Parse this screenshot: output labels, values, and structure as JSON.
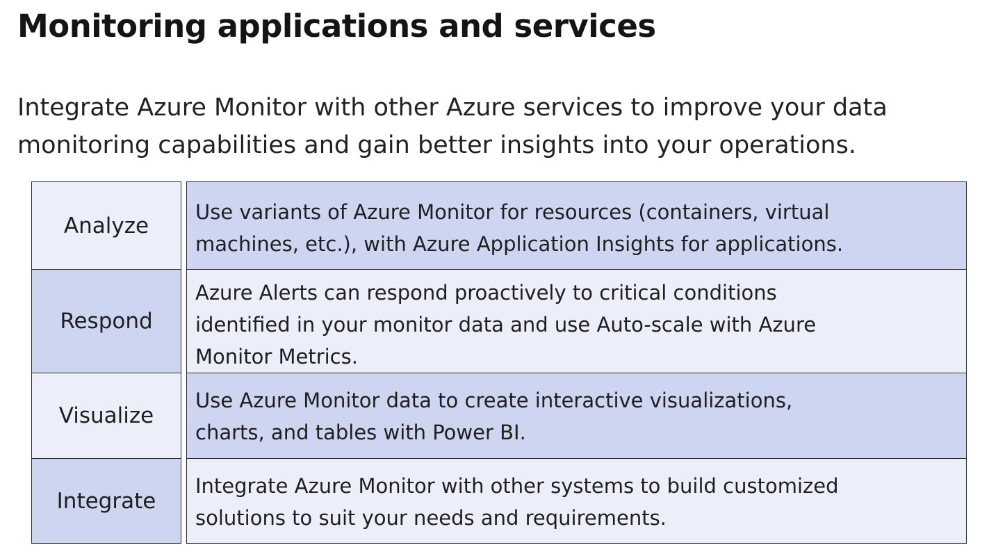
{
  "slide": {
    "title": "Monitoring applications and services",
    "intro_lines": [
      "Integrate Azure Monitor with other Azure services to improve your data",
      "monitoring capabilities and gain better insights into your operations."
    ]
  },
  "rows": [
    {
      "label": "Analyze",
      "lines": [
        "Use variants of Azure Monitor for resources (containers, virtual",
        "machines, etc.), with Azure Application Insights for applications."
      ]
    },
    {
      "label": "Respond",
      "lines": [
        "Azure Alerts can respond proactively to critical conditions",
        "identified in your monitor data and use Auto-scale with Azure",
        "Monitor Metrics."
      ]
    },
    {
      "label": "Visualize",
      "lines": [
        "Use Azure Monitor data to create interactive visualizations,",
        "charts, and tables with Power BI."
      ]
    },
    {
      "label": "Integrate",
      "lines": [
        "Integrate Azure Monitor with other systems to build customized",
        "solutions to suit your needs and requirements."
      ]
    }
  ],
  "colors": {
    "light_fill": "#eceefa",
    "dark_fill": "#cdd5f1",
    "border": "#2b2b2b"
  }
}
